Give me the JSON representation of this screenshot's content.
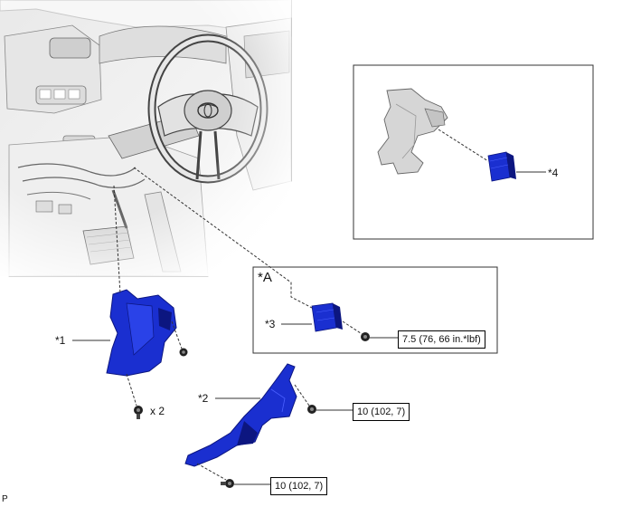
{
  "labels": {
    "part1": "*1",
    "part2": "*2",
    "part3": "*3",
    "part4": "*4",
    "view_a": "*A",
    "qty": "x 2",
    "corner_code": "P"
  },
  "torques": {
    "part3_bolt": "7.5 (76, 66 in.*lbf)",
    "part2_bolt_upper": "10 (102, 7)",
    "part2_bolt_lower": "10 (102, 7)"
  },
  "colors": {
    "part_blue": "#1a2fd0",
    "part_blue_dark": "#0c1680",
    "gray_part": "#d6d6d6",
    "outline": "#333333"
  },
  "icons": {
    "bolt": "bolt-icon",
    "steering_wheel": "steering-wheel-icon"
  }
}
